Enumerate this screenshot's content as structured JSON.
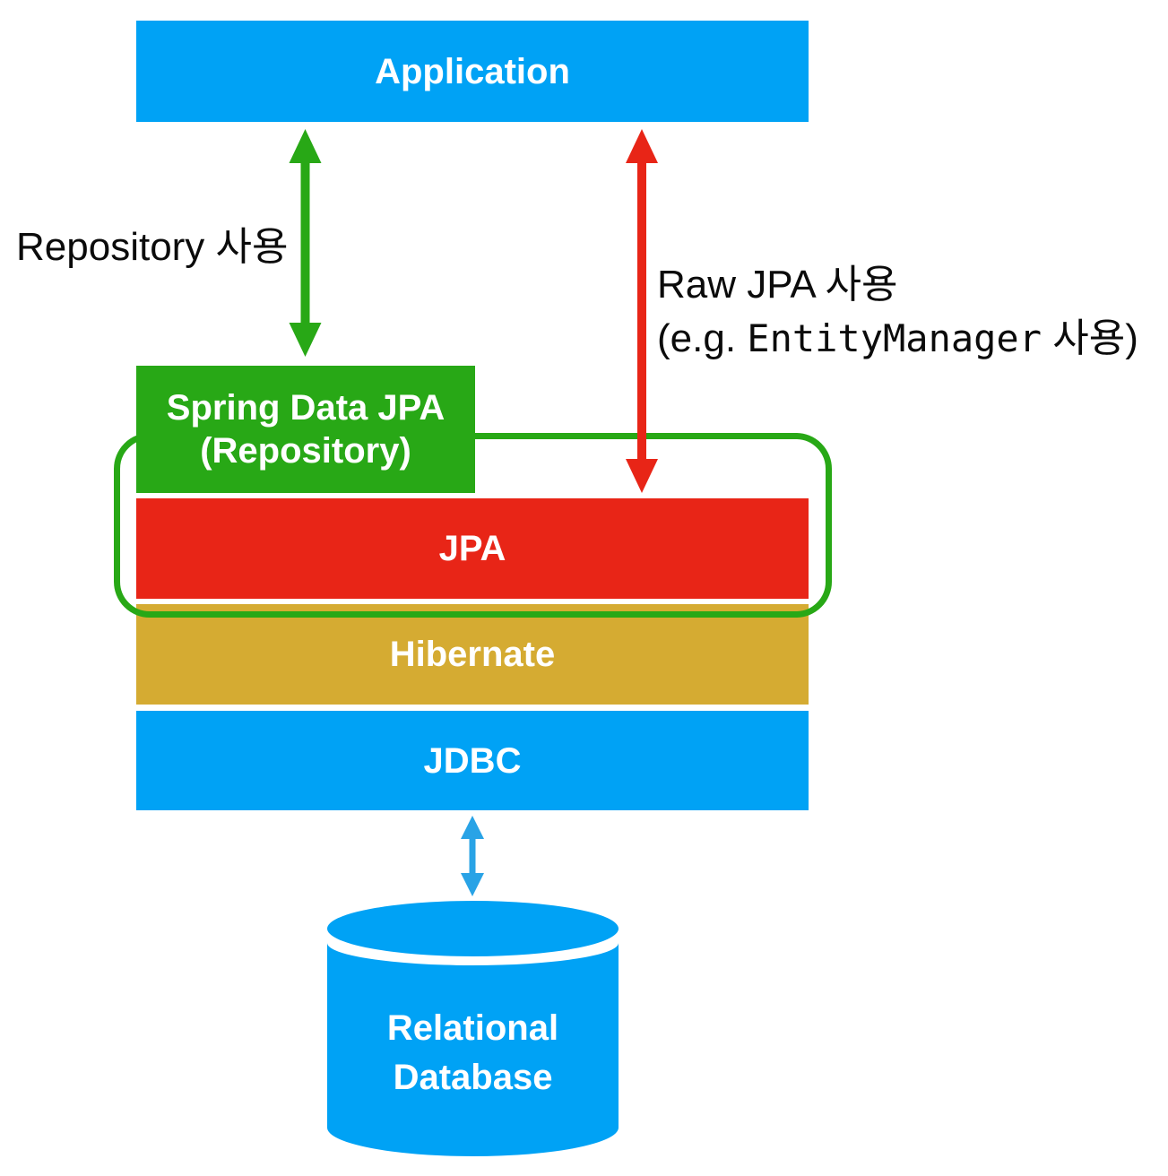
{
  "title": "Spring Data JPA architecture diagram",
  "boxes": {
    "application": {
      "label": "Application",
      "color": "#00A2F5"
    },
    "spring_data_jpa": {
      "label": "Spring Data JPA\n(Repository)",
      "color": "#28A816"
    },
    "jpa": {
      "label": "JPA",
      "color": "#E82517"
    },
    "hibernate": {
      "label": "Hibernate",
      "color": "#D5AB32"
    },
    "jdbc": {
      "label": "JDBC",
      "color": "#00A2F5"
    },
    "database": {
      "label": "Relational\nDatabase",
      "color": "#00A2F5",
      "shape": "cylinder"
    }
  },
  "group_outline": {
    "around": [
      "spring_data_jpa",
      "jpa"
    ],
    "color": "#28A816"
  },
  "annotations": {
    "repository_usage": {
      "text": "Repository 사용"
    },
    "raw_jpa_usage": {
      "line1": "Raw JPA 사용",
      "line2_prefix": "(e.g. ",
      "line2_code": "EntityManager",
      "line2_suffix": " 사용)"
    }
  },
  "arrows": [
    {
      "name": "application-spring-data-jpa",
      "direction": "bidirectional",
      "color": "#28A816"
    },
    {
      "name": "application-jpa",
      "direction": "bidirectional",
      "color": "#E82517"
    },
    {
      "name": "jdbc-database",
      "direction": "bidirectional",
      "color": "#29A3E6"
    }
  ]
}
